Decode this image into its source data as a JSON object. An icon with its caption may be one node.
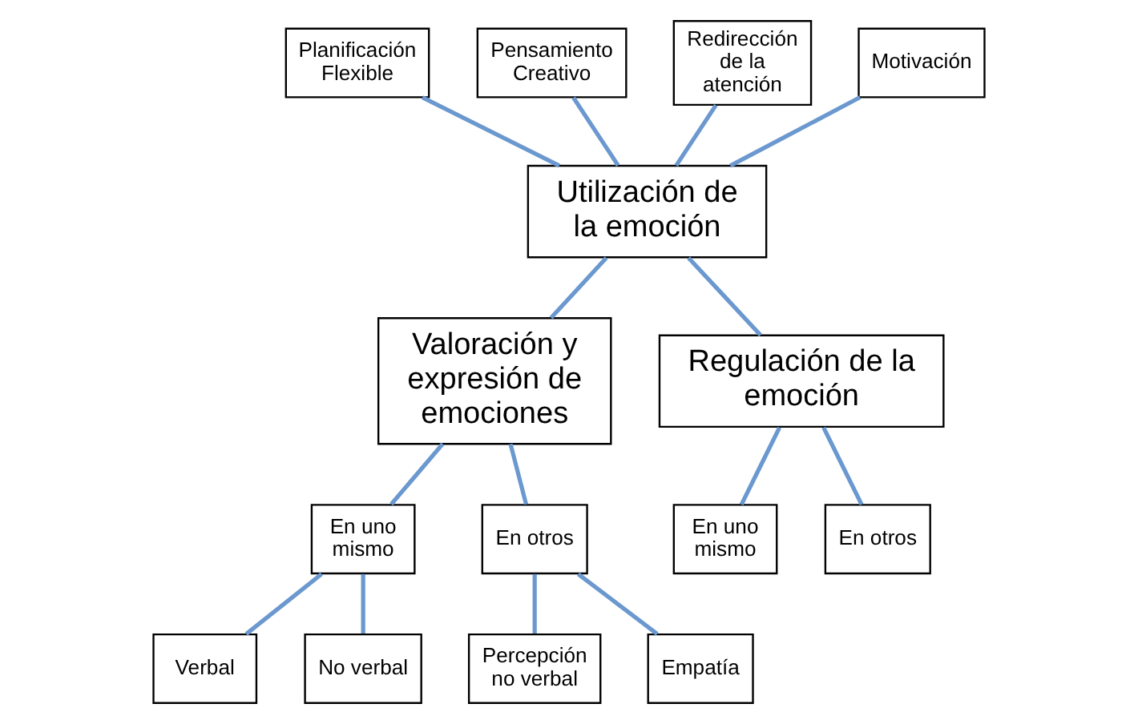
{
  "diagram": {
    "nodes": [
      {
        "text": [
          "Planificación Flexible"
        ]
      },
      {
        "text": [
          "Pensamiento Creativo"
        ]
      },
      {
        "text": [
          "Redirección de la atención"
        ]
      },
      {
        "text": [
          "Motivación"
        ]
      },
      {
        "text": [
          "Utilización de la emoción"
        ]
      },
      {
        "text": [
          "Valoración y expresión de emociones"
        ]
      },
      {
        "text": [
          "Regulación de la emoción"
        ]
      },
      {
        "text": [
          "En uno mismo"
        ]
      },
      {
        "text": [
          "En otros"
        ]
      },
      {
        "text": [
          "Verbal"
        ]
      },
      {
        "text": [
          "No verbal"
        ]
      },
      {
        "text": [
          "Percepción no verbal"
        ]
      },
      {
        "text": [
          "Empatía"
        ]
      },
      {
        "text": [
          "En uno mismo"
        ]
      },
      {
        "text": [
          "En otros"
        ]
      }
    ],
    "edges": [
      {
        "from": 0,
        "to": 4,
        "arrow": "none"
      },
      {
        "from": 1,
        "to": 4,
        "arrow": "none"
      },
      {
        "from": 2,
        "to": 4,
        "arrow": "none"
      },
      {
        "from": 3,
        "to": 4,
        "arrow": "none"
      },
      {
        "from": 4,
        "to": 5,
        "arrow": "none"
      },
      {
        "from": 4,
        "to": 6,
        "arrow": "none"
      },
      {
        "from": 5,
        "to": 7,
        "arrow": "none"
      },
      {
        "from": 5,
        "to": 8,
        "arrow": "none"
      },
      {
        "from": 6,
        "to": 13,
        "arrow": "none"
      },
      {
        "from": 6,
        "to": 14,
        "arrow": "none"
      },
      {
        "from": 7,
        "to": 9,
        "arrow": "none"
      },
      {
        "from": 7,
        "to": 10,
        "arrow": "none"
      },
      {
        "from": 8,
        "to": 11,
        "arrow": "none"
      },
      {
        "from": 8,
        "to": 12,
        "arrow": "none"
      }
    ]
  }
}
